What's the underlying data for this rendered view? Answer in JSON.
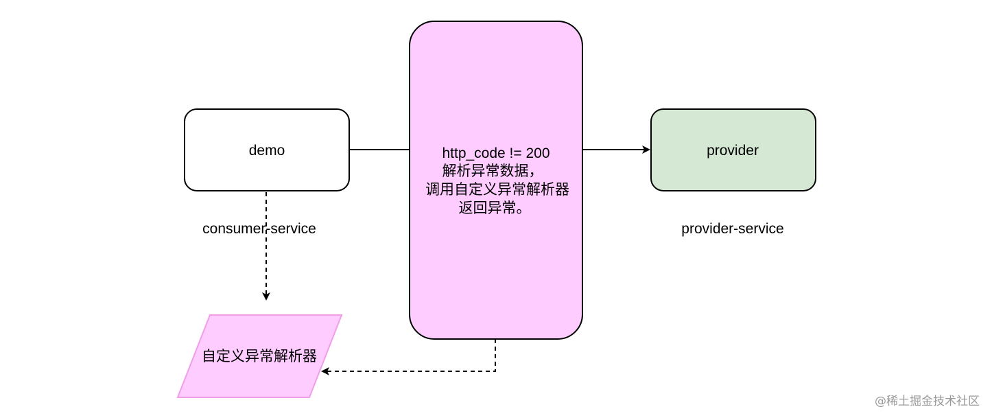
{
  "nodes": {
    "demo": {
      "label": "demo"
    },
    "middleware": {
      "lines": [
        "http_code != 200",
        "解析异常数据，",
        "调用自定义异常解析器",
        "返回异常。"
      ]
    },
    "provider": {
      "label": "provider"
    },
    "parser": {
      "label": "自定义异常解析器"
    }
  },
  "labels": {
    "consumer": "consumer-service",
    "provider": "provider-service"
  },
  "watermark": "@稀土掘金技术社区",
  "colors": {
    "middleware_fill": "#ffccff",
    "parser_fill": "#ffccff",
    "parser_stroke": "#f09ee8",
    "provider_fill": "#d5e8d4",
    "stroke": "#000000"
  }
}
